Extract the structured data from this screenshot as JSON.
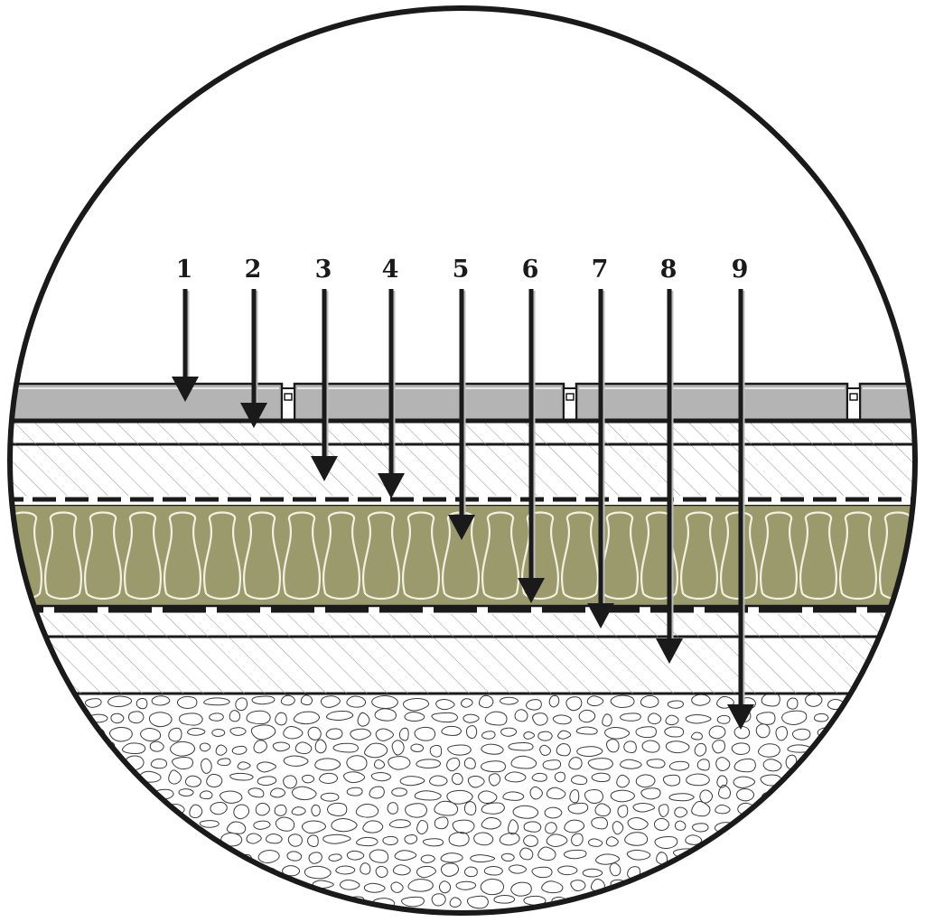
{
  "diagram": {
    "labels": [
      "1",
      "2",
      "3",
      "4",
      "5",
      "6",
      "7",
      "8",
      "9"
    ],
    "colors": {
      "outline": "#1a1a1a",
      "tile": "#b4b4b4",
      "tile_edge": "#e8e8e8",
      "hatch": "#9a9a9a",
      "insulation": "#9b9a6c",
      "insulation_line": "#f2f0e0",
      "gravel_stroke": "#3a3a3a",
      "background": "#ffffff"
    }
  }
}
